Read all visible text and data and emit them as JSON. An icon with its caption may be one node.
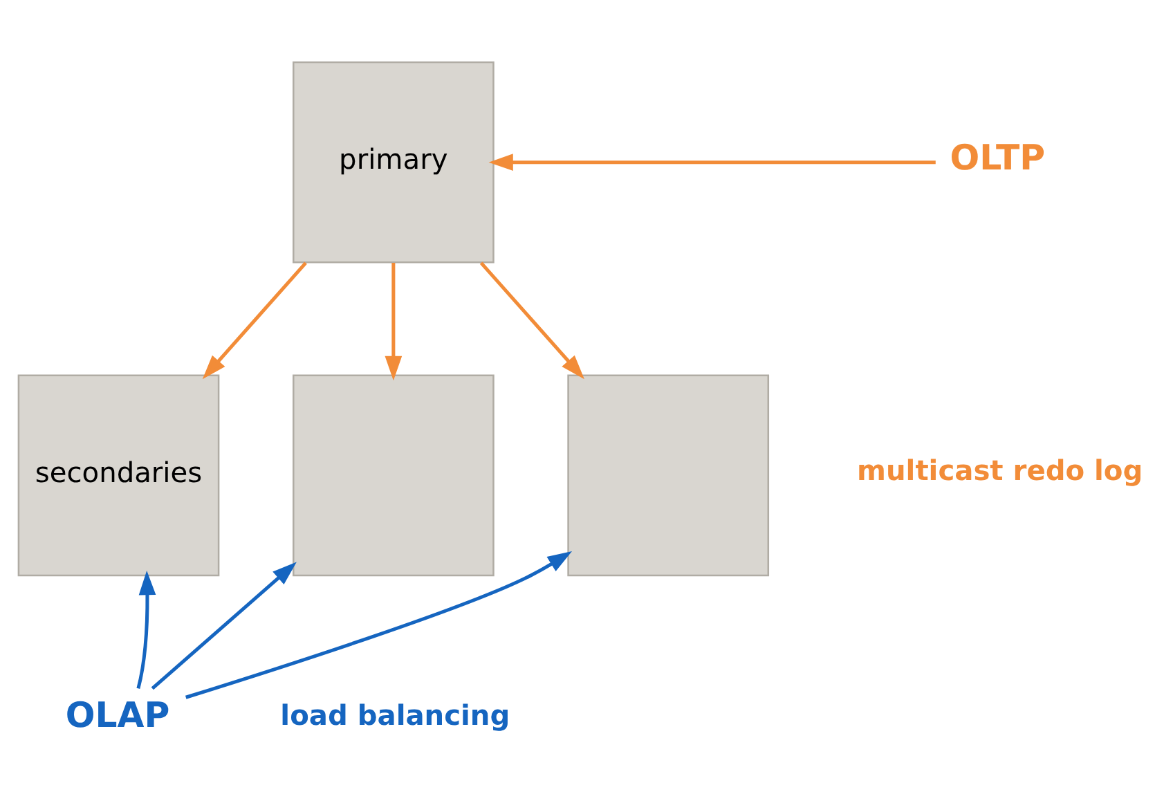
{
  "diagram": {
    "nodes": [
      {
        "text": [
          "primary"
        ]
      },
      {
        "text": [
          "secondaries"
        ]
      },
      {
        "text": [],
        "shape": "box"
      },
      {
        "text": [],
        "shape": "box"
      },
      {
        "text": [
          "OLTP"
        ]
      },
      {
        "text": [
          "OLAP"
        ]
      }
    ],
    "edges": [
      {
        "from": 4,
        "to": 0,
        "arrow": "to",
        "color": "#f28c38"
      },
      {
        "from": 0,
        "to": 1,
        "arrow": "to",
        "color": "#f28c38"
      },
      {
        "from": 0,
        "to": 2,
        "arrow": "to",
        "color": "#f28c38"
      },
      {
        "from": 0,
        "to": 3,
        "arrow": "to",
        "color": "#f28c38"
      },
      {
        "from": 5,
        "to": 1,
        "arrow": "to",
        "color": "#1565c0"
      },
      {
        "from": 5,
        "to": 2,
        "arrow": "to",
        "color": "#1565c0"
      },
      {
        "from": 5,
        "to": 3,
        "arrow": "to",
        "color": "#1565c0"
      }
    ],
    "labels": [
      "multicast redo log",
      "load balancing"
    ]
  }
}
